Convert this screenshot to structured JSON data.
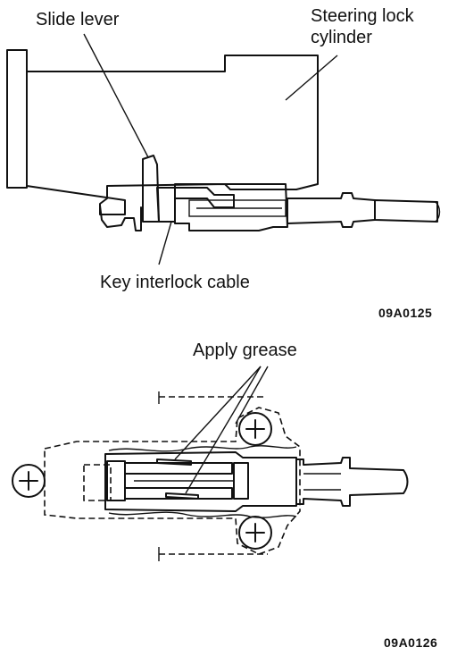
{
  "figure_top": {
    "labels": {
      "slide_lever": "Slide lever",
      "steering_lock_cylinder_line1": "Steering lock",
      "steering_lock_cylinder_line2": "cylinder",
      "key_interlock_cable": "Key interlock cable"
    },
    "code": "09A0125"
  },
  "figure_bottom": {
    "labels": {
      "apply_grease": "Apply grease"
    },
    "code": "09A0126"
  },
  "colors": {
    "ink": "#111111",
    "paper": "#ffffff"
  }
}
